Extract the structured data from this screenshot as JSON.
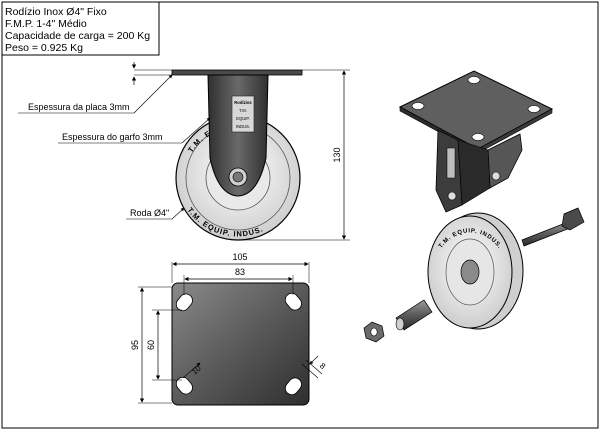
{
  "title_block": {
    "line1": "Rodízio Inox Ø4\" Fixo",
    "line2": "F.M.P. 1-4\" Médio",
    "line3": "Capacidade de carga = 200 Kg",
    "line4": "Peso = 0.925 Kg"
  },
  "callouts": {
    "plate_thickness": "Espessura da placa 3mm",
    "fork_thickness": "Espessura do garfo 3mm",
    "wheel": "Roda Ø4\""
  },
  "dimensions": {
    "total_height": "130",
    "plate_width": "105",
    "hole_spacing_x": "83",
    "plate_depth": "95",
    "hole_spacing_y": "60",
    "slot_length": "10",
    "slot_width": "8"
  },
  "wheel_text": {
    "top": "T.M.  EQUIP.  INDUS.",
    "bottom": "T.M.  EQUIP.  INDUS.",
    "iso_wheel": "T.M.  EQUIP.  INDUS."
  },
  "fork_label": {
    "line1": "Rodízios",
    "line2": "T.M.",
    "line3": "EQUIP.",
    "line4": "INDUS."
  },
  "colors": {
    "steel_dark": "#3a3a3a",
    "steel_mid": "#6e6e6e",
    "steel_light": "#a9a9a9",
    "wheel_face": "#f2f2f2",
    "line": "#000000"
  }
}
